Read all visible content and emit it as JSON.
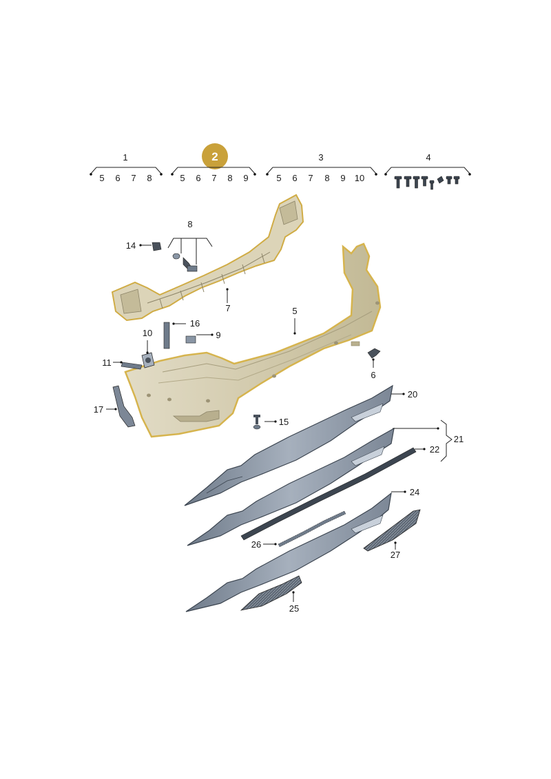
{
  "group_headers": [
    {
      "number": "1",
      "sub": [
        "5",
        "6",
        "7",
        "8"
      ]
    },
    {
      "number": "2",
      "sub": [
        "5",
        "6",
        "7",
        "8",
        "9"
      ],
      "highlighted": true
    },
    {
      "number": "3",
      "sub": [
        "5",
        "6",
        "7",
        "8",
        "9",
        "10"
      ]
    },
    {
      "number": "4",
      "sub": []
    }
  ],
  "callouts": {
    "c5": "5",
    "c6": "6",
    "c7": "7",
    "c8": "8",
    "c9": "9",
    "c10": "10",
    "c11": "11",
    "c14": "14",
    "c15": "15",
    "c16": "16",
    "c17": "17",
    "c20": "20",
    "c21": "21",
    "c22": "22",
    "c24": "24",
    "c25": "25",
    "c26": "26",
    "c27": "27"
  },
  "colors": {
    "badge": "#c9a13a",
    "bumper_fill": "#d8d0b5",
    "bumper_outline": "#d6b44e",
    "grille_fill": "#8a96a5",
    "grille_dark": "#4d5866"
  },
  "icons": [
    "screw-set-icon"
  ]
}
